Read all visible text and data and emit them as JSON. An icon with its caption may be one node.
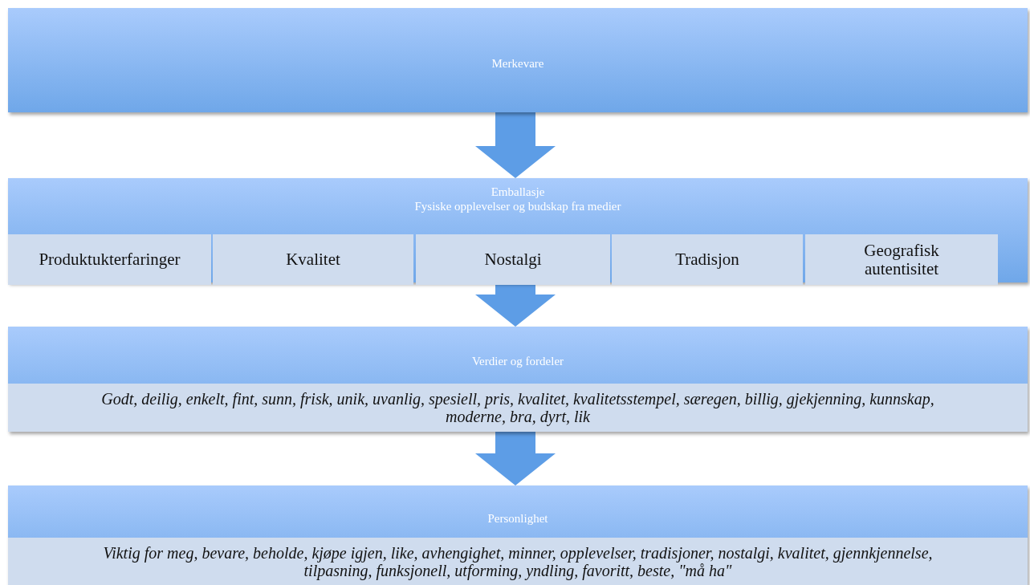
{
  "diagram": {
    "nodes": [
      {
        "text": [
          "Merkevare"
        ]
      },
      {
        "text": [
          "Emballasje",
          "Fysiske opplevelser og budskap fra medier"
        ]
      },
      {
        "text": [
          "Produktukterfaringer"
        ],
        "in": 1
      },
      {
        "text": [
          "Kvalitet"
        ],
        "in": 1
      },
      {
        "text": [
          "Nostalgi"
        ],
        "in": 1
      },
      {
        "text": [
          "Tradisjon"
        ],
        "in": 1
      },
      {
        "text": [
          "Geografisk autentisitet"
        ],
        "in": 1
      },
      {
        "text": [
          "Verdier og fordeler"
        ]
      },
      {
        "text": [
          "Godt, deilig, enkelt, fint, sunn, frisk, unik, uvanlig, spesiell, pris, kvalitet, kvalitetsstempel, særegen, billig, gjekjenning, kunnskap, moderne, bra, dyrt, lik"
        ],
        "in": 7
      },
      {
        "text": [
          "Personlighet"
        ]
      },
      {
        "text": [
          "Viktig for meg, bevare, beholde, kjøpe igjen, like, avhengighet, minner, opplevelser, tradisjoner, nostalgi, kvalitet, gjennkjennelse, tilpasning, funksjonell, utforming, yndling, favoritt, beste, \"må ha\""
        ],
        "in": 9
      }
    ],
    "edges": [
      {
        "from": 0,
        "to": 1,
        "arrow": "to"
      },
      {
        "from": 1,
        "to": 7,
        "arrow": "to"
      },
      {
        "from": 7,
        "to": 9,
        "arrow": "to"
      }
    ]
  }
}
